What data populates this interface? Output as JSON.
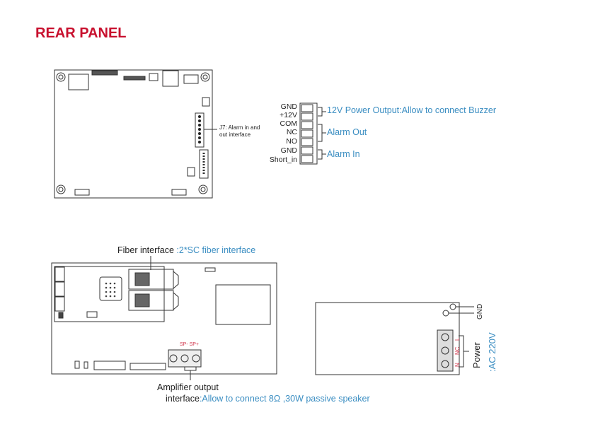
{
  "title": "REAR PANEL",
  "colors": {
    "title": "#c8102e",
    "annotation": "#3b8ec2",
    "pin_label": "#d0344a"
  },
  "top_board": {
    "j7_label_line1": "J7: Alarm in and",
    "j7_label_line2": "out interface"
  },
  "alarm_connector": {
    "pins": [
      "GND",
      "+12V",
      "COM",
      "NC",
      "NO",
      "GND",
      "Short_in"
    ],
    "groups": [
      "12V Power Output:Allow to connect Buzzer",
      "Alarm Out",
      "Alarm In"
    ]
  },
  "main_board": {
    "fiber_label": "Fiber interface",
    "fiber_desc": ":2*SC fiber interface",
    "sp_labels": "SP- SP+",
    "amp_label_line1": "Amplifier output",
    "amp_label_line2": "interface",
    "amp_desc": ":Allow to connect 8Ω ,30W passive speaker"
  },
  "power_board": {
    "gnd_label": "GND",
    "terminal_labels": [
      "L",
      "NC",
      "N"
    ],
    "power_label": "Power",
    "power_desc": ":AC 220V"
  }
}
